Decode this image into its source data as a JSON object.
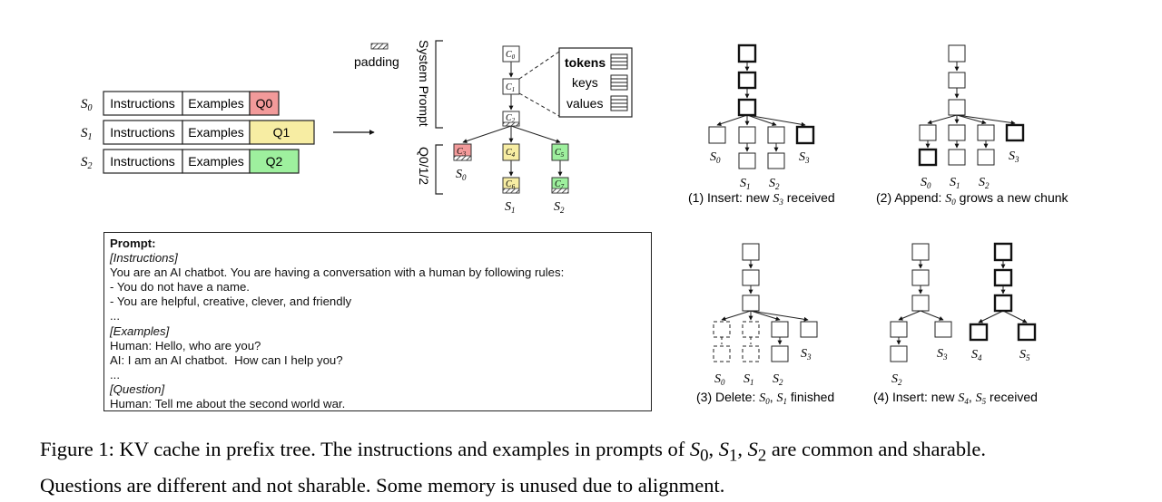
{
  "sequences": [
    {
      "label": "S",
      "sub": "0",
      "instructions": "Instructions",
      "examples": "Examples",
      "question": "Q0",
      "question_color": "#f29a9a"
    },
    {
      "label": "S",
      "sub": "1",
      "instructions": "Instructions",
      "examples": "Examples",
      "question": "Q1",
      "question_color": "#f7eda3"
    },
    {
      "label": "S",
      "sub": "2",
      "instructions": "Instructions",
      "examples": "Examples",
      "question": "Q2",
      "question_color": "#9ef09e"
    }
  ],
  "tree": {
    "padding_label": "padding",
    "system_prompt_label": "System Prompt",
    "questions_label": "Q0/1/2",
    "chunks": [
      {
        "l": "C",
        "s": "0"
      },
      {
        "l": "C",
        "s": "1"
      },
      {
        "l": "C",
        "s": "2"
      },
      {
        "l": "C",
        "s": "3"
      },
      {
        "l": "C",
        "s": "4"
      },
      {
        "l": "C",
        "s": "5"
      },
      {
        "l": "C",
        "s": "6"
      },
      {
        "l": "C",
        "s": "7"
      }
    ],
    "legend": {
      "tokens": "tokens",
      "keys": "keys",
      "values": "values"
    },
    "seq_labels": [
      {
        "l": "S",
        "s": "0"
      },
      {
        "l": "S",
        "s": "1"
      },
      {
        "l": "S",
        "s": "2"
      }
    ]
  },
  "panels": {
    "p1": {
      "cap_a": "(1) Insert: new ",
      "cap_var": "S",
      "cap_sub": "3",
      "cap_b": " received",
      "labels": [
        {
          "l": "S",
          "s": "0"
        },
        {
          "l": "S",
          "s": "1"
        },
        {
          "l": "S",
          "s": "2"
        },
        {
          "l": "S",
          "s": "3"
        }
      ]
    },
    "p2": {
      "cap_a": "(2) Append: ",
      "cap_var": "S",
      "cap_sub": "0",
      "cap_b": " grows a new chunk",
      "labels": [
        {
          "l": "S",
          "s": "0"
        },
        {
          "l": "S",
          "s": "1"
        },
        {
          "l": "S",
          "s": "2"
        },
        {
          "l": "S",
          "s": "3"
        }
      ]
    },
    "p3": {
      "cap_a": "(3) Delete: ",
      "cap_v1": "S",
      "cap_s1": "0",
      "cap_sep": ", ",
      "cap_v2": "S",
      "cap_s2": "1",
      "cap_b": " finished",
      "labels": [
        {
          "l": "S",
          "s": "0"
        },
        {
          "l": "S",
          "s": "1"
        },
        {
          "l": "S",
          "s": "2"
        },
        {
          "l": "S",
          "s": "3"
        }
      ]
    },
    "p4": {
      "cap_a": "(4) Insert: new ",
      "cap_v1": "S",
      "cap_s1": "4",
      "cap_sep": ", ",
      "cap_v2": "S",
      "cap_s2": "5",
      "cap_b": " received",
      "labels": [
        {
          "l": "S",
          "s": "2"
        },
        {
          "l": "S",
          "s": "3"
        },
        {
          "l": "S",
          "s": "4"
        },
        {
          "l": "S",
          "s": "5"
        }
      ]
    }
  },
  "prompt": {
    "lines": [
      "Prompt:",
      "[Instructions]",
      "You are an AI chatbot. You are having a conversation with a human by following rules:",
      "- You do not have a name.",
      "- You are helpful, creative, clever, and friendly",
      "...",
      "[Examples]",
      "Human: Hello, who are you?",
      "AI: I am an AI chatbot.  How can I help you?",
      "...",
      "[Question]",
      "Human: Tell me about the second world war."
    ]
  },
  "caption": {
    "l1_a": "Figure 1: KV cache in prefix tree. The instructions and examples in prompts of ",
    "v0": "S",
    "s0": "0",
    "sep1": ", ",
    "v1": "S",
    "s1": "1",
    "sep2": ", ",
    "v2": "S",
    "s2": "2",
    "l1_b": " are common and sharable.",
    "l2": "Questions are different and not sharable. Some memory is unused due to alignment."
  }
}
